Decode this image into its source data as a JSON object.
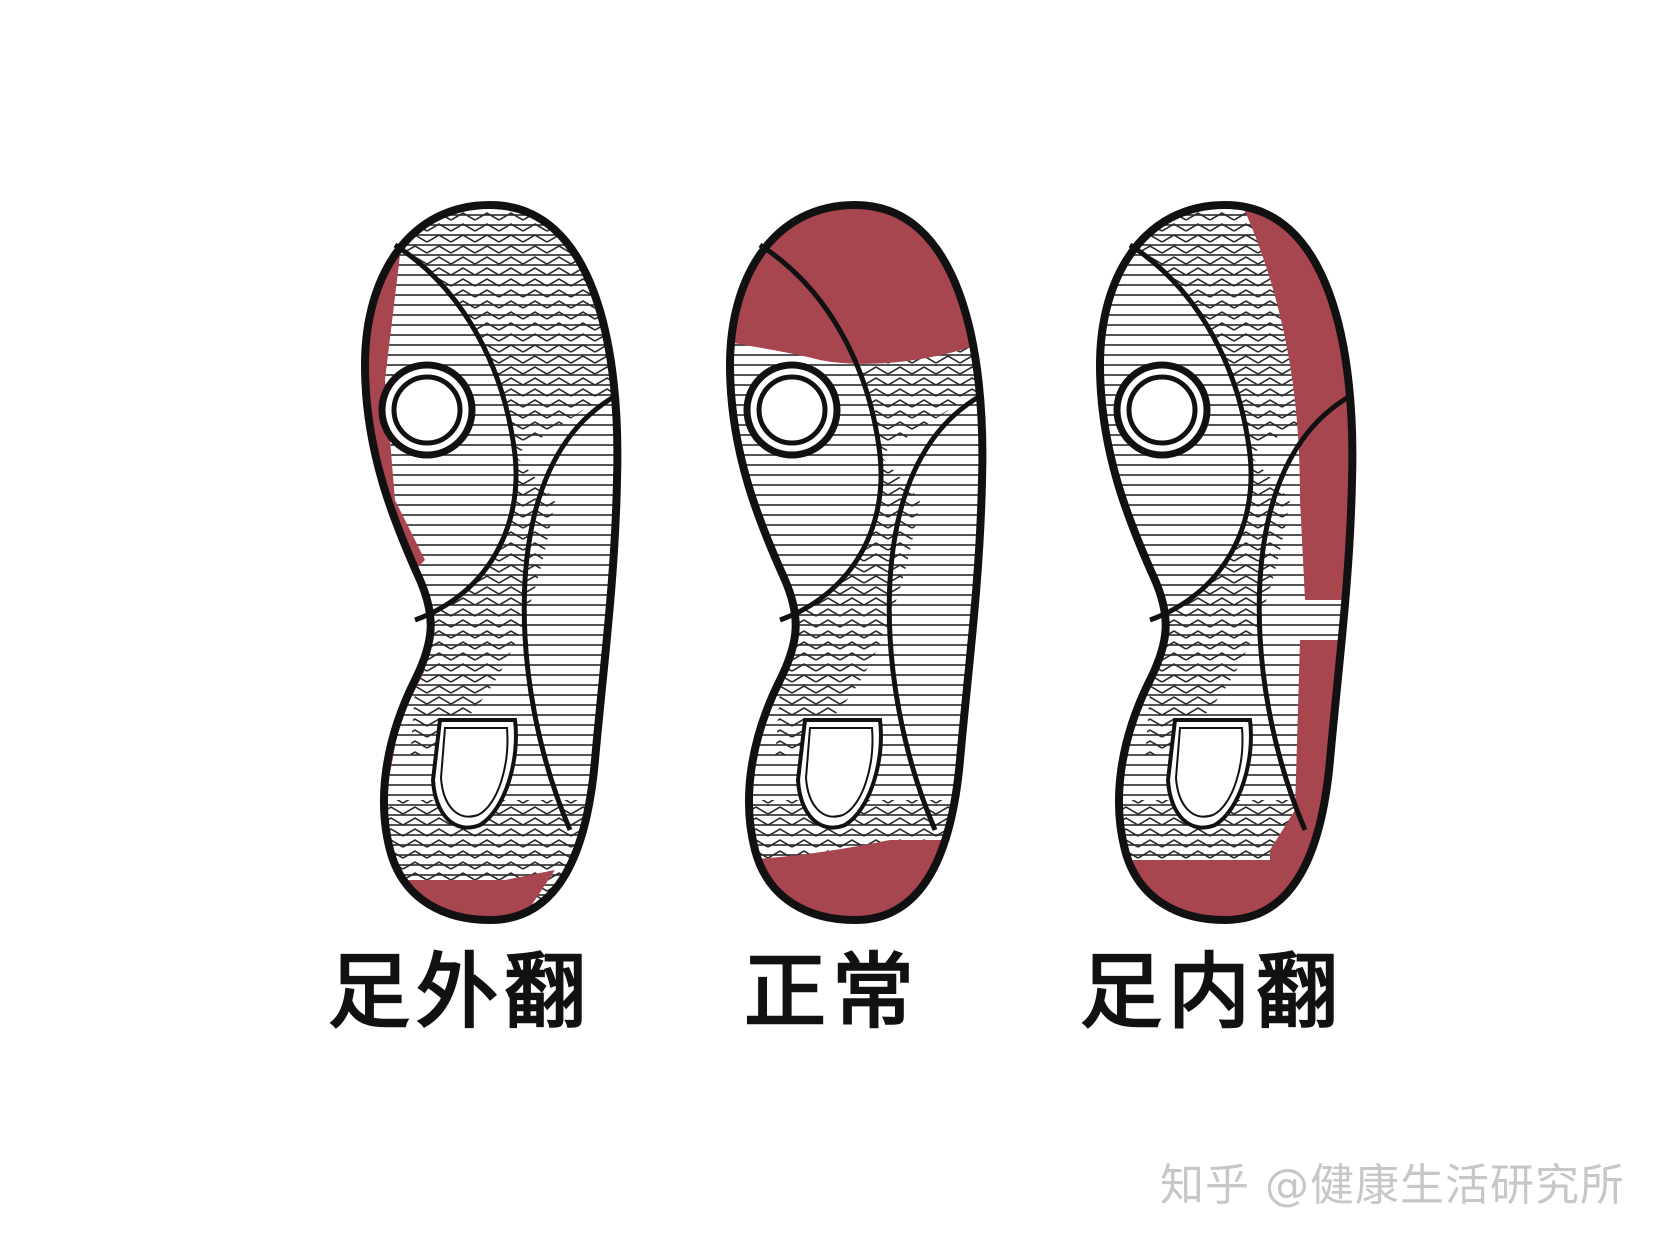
{
  "labels": {
    "eversion": "足外翻",
    "normal": "正常",
    "inversion": "足内翻"
  },
  "watermark": "知乎 @健康生活研究所",
  "colors": {
    "wear_area": "#a84650",
    "outline": "#111111",
    "hatch": "#2a2a2a",
    "background": "#ffffff"
  },
  "icons": {
    "sole_left": "shoe-sole-eversion-icon",
    "sole_middle": "shoe-sole-normal-icon",
    "sole_right": "shoe-sole-inversion-icon"
  }
}
